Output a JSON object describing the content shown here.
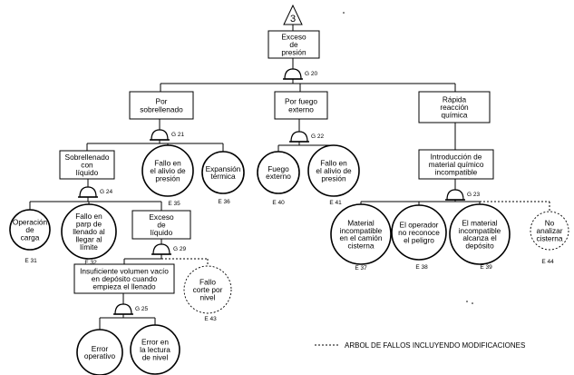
{
  "transfer": "3",
  "events": [
    {
      "id": "top",
      "lines": [
        "Exceso",
        "de",
        "presión"
      ]
    },
    {
      "id": "sobre",
      "lines": [
        "Por",
        "sobrellenado"
      ]
    },
    {
      "id": "fuego",
      "lines": [
        "Por fuego",
        "externo"
      ]
    },
    {
      "id": "rapida",
      "lines": [
        "Rápida",
        "reacción",
        "química"
      ]
    },
    {
      "id": "sobreliq",
      "lines": [
        "Sobrellenado",
        "con",
        "líquido"
      ]
    },
    {
      "id": "excliq",
      "lines": [
        "Exceso",
        "de",
        "líquido"
      ]
    },
    {
      "id": "insuf",
      "lines": [
        "Insuficiente volumen vacío",
        "en depósito cuando",
        "empieza el llenado"
      ]
    },
    {
      "id": "intro",
      "lines": [
        "Introducción de",
        "material químico",
        "incompatible"
      ]
    }
  ],
  "basic_events": [
    {
      "id": "e31",
      "lines": [
        "Operación",
        "de",
        "carga"
      ],
      "label": "E 31"
    },
    {
      "id": "e32",
      "lines": [
        "Fallo en",
        "parp de",
        "llenado al",
        "llegar al",
        "límite"
      ],
      "label": "E 32"
    },
    {
      "id": "e35",
      "lines": [
        "Fallo en",
        "el alivio de",
        "presión"
      ],
      "label": "E 35"
    },
    {
      "id": "e36",
      "lines": [
        "Expansión",
        "térmica"
      ],
      "label": "E 36"
    },
    {
      "id": "e40",
      "lines": [
        "Fuego",
        "externo"
      ],
      "label": "E 40"
    },
    {
      "id": "e41",
      "lines": [
        "Fallo en",
        "el alivio de",
        "presión"
      ],
      "label": "E 41"
    },
    {
      "id": "e37",
      "lines": [
        "Material",
        "incompatible",
        "en el camión",
        "cisterna"
      ],
      "label": "E 37"
    },
    {
      "id": "e38",
      "lines": [
        "El operador",
        "no reconoce",
        "el peligro"
      ],
      "label": "E 38"
    },
    {
      "id": "e39",
      "lines": [
        "El material",
        "incompatible",
        "alcanza el",
        "depósito"
      ],
      "label": "E 39"
    },
    {
      "id": "e44",
      "lines": [
        "No",
        "analizar",
        "cisterna"
      ],
      "label": "E 44"
    },
    {
      "id": "e43",
      "lines": [
        "Fallo",
        "corte por",
        "nivel"
      ],
      "label": "E 43"
    },
    {
      "id": "err1",
      "lines": [
        "Error",
        "operativo"
      ],
      "label": ""
    },
    {
      "id": "err2",
      "lines": [
        "Error en",
        "la lectura",
        "de nivel"
      ],
      "label": ""
    }
  ],
  "gates": [
    {
      "id": "g20",
      "label": "G 20"
    },
    {
      "id": "g21",
      "label": "G 21"
    },
    {
      "id": "g22",
      "label": "G 22"
    },
    {
      "id": "g23",
      "label": "G 23"
    },
    {
      "id": "g24",
      "label": "G 24"
    },
    {
      "id": "g29",
      "label": "G 29"
    },
    {
      "id": "g25",
      "label": "G 25"
    }
  ],
  "legend": "ARBOL DE FALLOS INCLUYENDO MODIFICACIONES"
}
